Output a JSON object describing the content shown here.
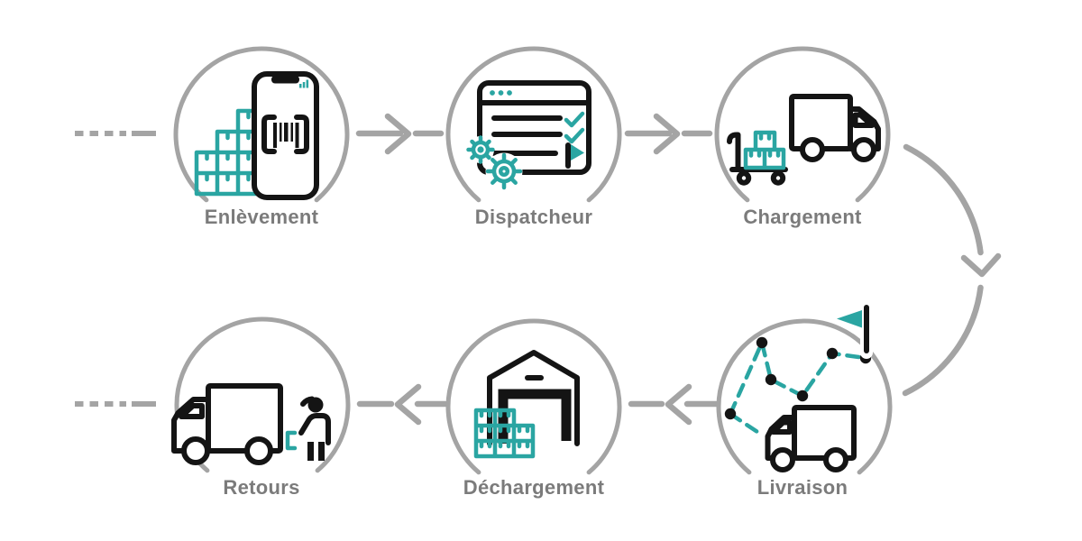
{
  "colors": {
    "accent": "#2aa5a2",
    "line_gray": "#a4a4a4",
    "label_gray": "#7b7b7b",
    "icon_black": "#141414"
  },
  "stages": [
    {
      "label": "Enlèvement",
      "icon": "smartphone-barcode-scan-with-parcels"
    },
    {
      "label": "Dispatcheur",
      "icon": "task-list-window-with-gears"
    },
    {
      "label": "Chargement",
      "icon": "hand-truck-parcels-and-delivery-truck"
    },
    {
      "label": "Livraison",
      "icon": "route-with-flag-and-truck"
    },
    {
      "label": "Déchargement",
      "icon": "warehouse-with-parcel-stack"
    },
    {
      "label": "Retours",
      "icon": "truck-with-courier-handoff"
    }
  ],
  "flow_order": [
    "Enlèvement",
    "Dispatcheur",
    "Chargement",
    "Livraison",
    "Déchargement",
    "Retours"
  ]
}
